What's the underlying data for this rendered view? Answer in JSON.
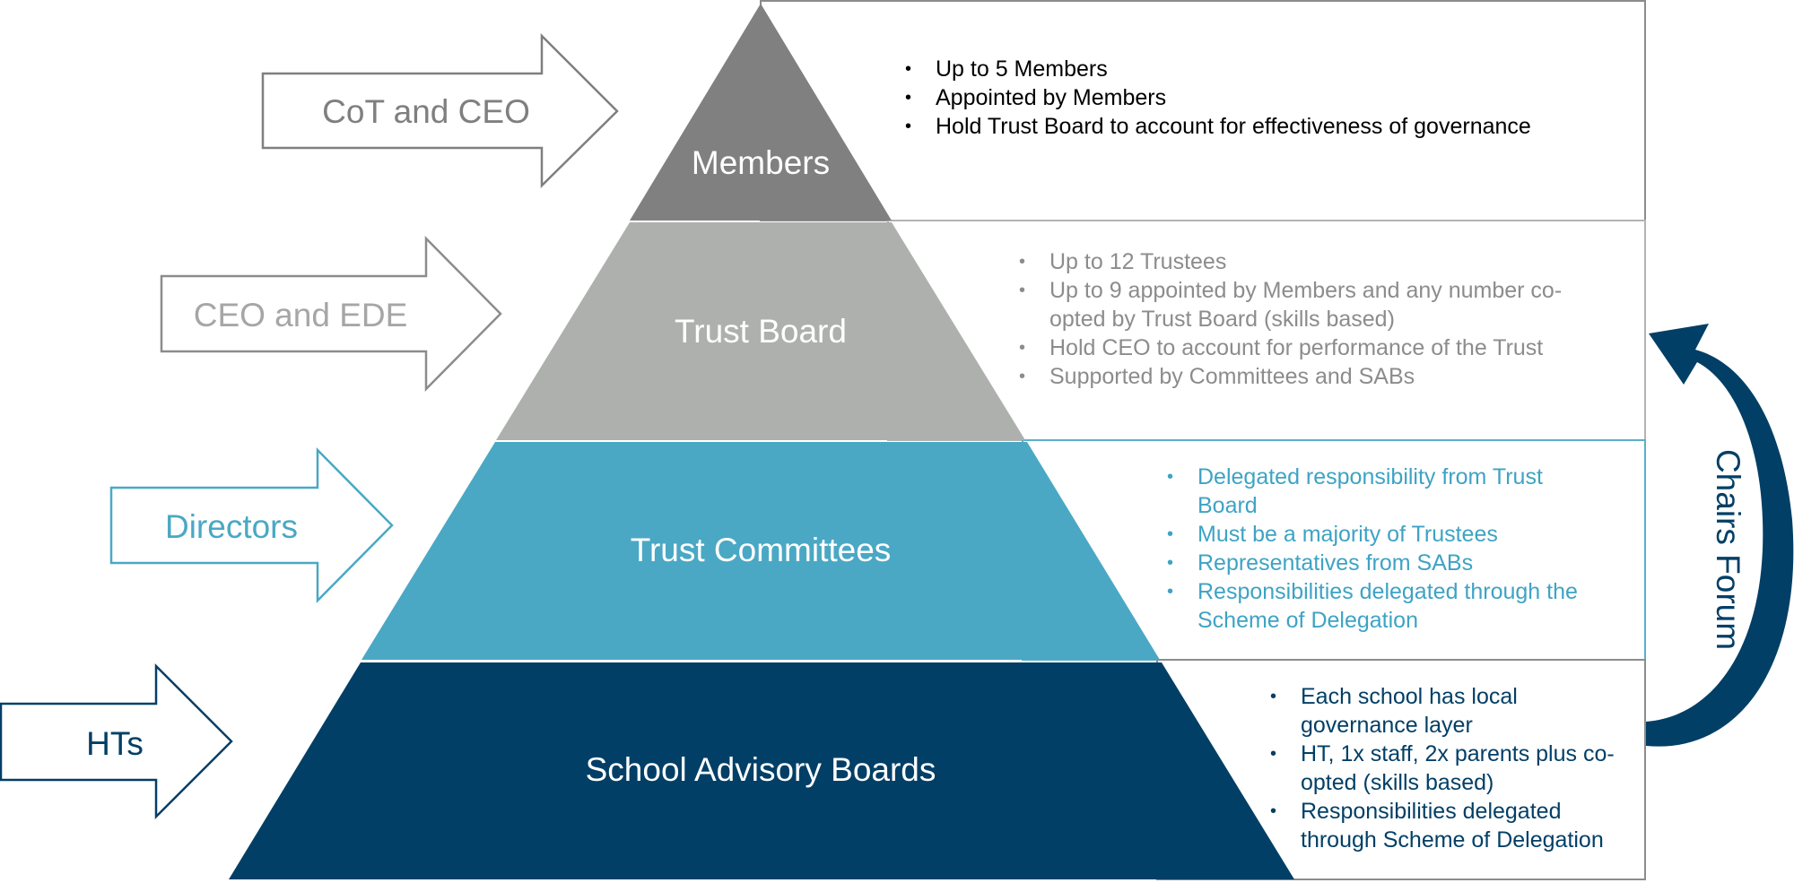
{
  "colors": {
    "members": "#808080",
    "trust_board": "#aeb0ae",
    "trust_committees": "#4aa8c4",
    "sabs": "#023f66",
    "arrow_cot": "#7f7f7f",
    "arrow_ceo": "#a6a6a6",
    "arrow_directors": "#4aa8c4",
    "arrow_hts": "#023f66",
    "bullets_members": "#000000",
    "bullets_board": "#8c8c8c",
    "bullets_committees": "#3ea3c4",
    "bullets_sabs": "#023f66"
  },
  "tiers": [
    {
      "label": "Members"
    },
    {
      "label": "Trust Board"
    },
    {
      "label": "Trust Committees"
    },
    {
      "label": "School Advisory Boards"
    }
  ],
  "arrows": [
    {
      "label": "CoT and CEO"
    },
    {
      "label": "CEO and EDE"
    },
    {
      "label": "Directors"
    },
    {
      "label": "HTs"
    }
  ],
  "bullets": {
    "members": [
      "Up to 5 Members",
      "Appointed by Members",
      "Hold Trust Board to account for effectiveness of governance"
    ],
    "trust_board": [
      "Up to 12 Trustees",
      "Up to 9 appointed by Members and any number co-opted by Trust Board (skills based)",
      "Hold CEO to account for performance of the Trust",
      "Supported by Committees and SABs"
    ],
    "trust_committees": [
      "Delegated responsibility from Trust Board",
      "Must be a majority of Trustees",
      "Representatives from SABs",
      "Responsibilities delegated through the Scheme of Delegation"
    ],
    "sabs": [
      "Each school has local governance layer",
      "HT, 1x staff, 2x parents plus co-opted (skills based)",
      "Responsibilities delegated through Scheme of Delegation"
    ]
  },
  "chairs_forum": {
    "label": "Chairs Forum"
  }
}
